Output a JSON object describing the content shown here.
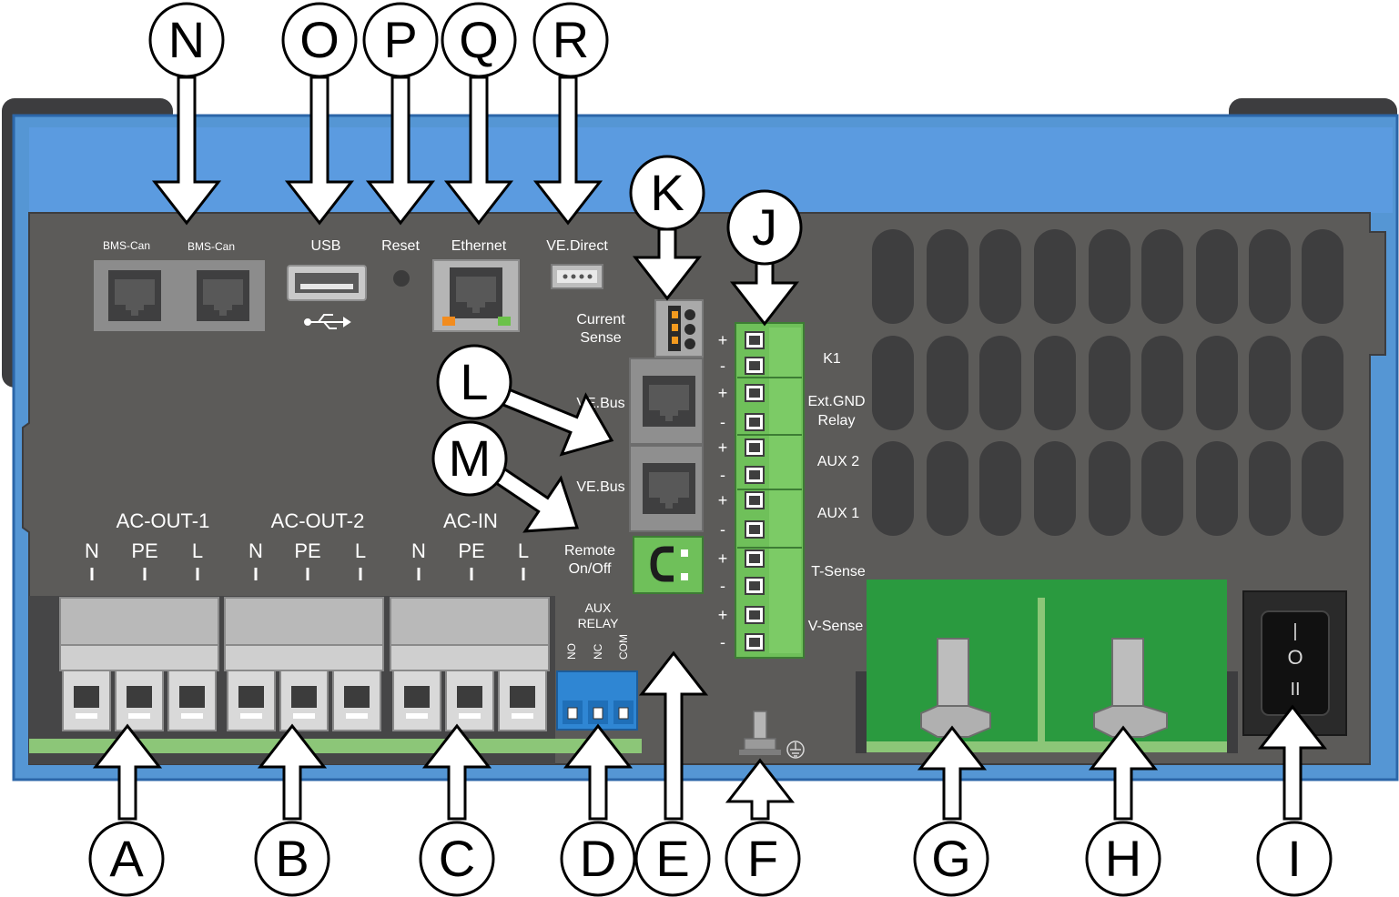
{
  "colors": {
    "case_blue": "#5596d4",
    "case_dark": "#3d3d3f",
    "panel_gray": "#5c5b59",
    "terminal_gray": "#a8a9aa",
    "terminal_green": "#6fc05a",
    "pcb_green": "#2a9a3f",
    "dip_blue": "#2f86d3"
  },
  "callouts": {
    "A": "A",
    "B": "B",
    "C": "C",
    "D": "D",
    "E": "E",
    "F": "F",
    "G": "G",
    "H": "H",
    "I": "I",
    "J": "J",
    "K": "K",
    "L": "L",
    "M": "M",
    "N": "N",
    "O": "O",
    "P": "P",
    "Q": "Q",
    "R": "R"
  },
  "ports": {
    "bms_can_1": "BMS-Can",
    "bms_can_2": "BMS-Can",
    "usb": "USB",
    "reset": "Reset",
    "ethernet": "Ethernet",
    "ve_direct": "VE.Direct",
    "current_sense_1": "Current",
    "current_sense_2": "Sense",
    "ve_bus_1": "VE.Bus",
    "ve_bus_2": "VE.Bus",
    "remote_1": "Remote",
    "remote_2": "On/Off"
  },
  "ac_groups": [
    {
      "name": "AC-OUT-1",
      "pins": [
        "N",
        "PE",
        "L"
      ]
    },
    {
      "name": "AC-OUT-2",
      "pins": [
        "N",
        "PE",
        "L"
      ]
    },
    {
      "name": "AC-IN",
      "pins": [
        "N",
        "PE",
        "L"
      ]
    }
  ],
  "aux_relay": {
    "title_1": "AUX",
    "title_2": "RELAY",
    "pins": [
      "NO",
      "NC",
      "COM"
    ]
  },
  "terminal_block": {
    "k1": "K1",
    "ext_gnd_1": "Ext.GND",
    "ext_gnd_2": "Relay",
    "aux2": "AUX 2",
    "aux1": "AUX 1",
    "t_sense": "T-Sense",
    "v_sense": "V-Sense",
    "plus": "+",
    "minus": "-"
  },
  "power_switch": {
    "on_symbol": "|",
    "off_symbol": "O",
    "charger_symbol": "II"
  }
}
